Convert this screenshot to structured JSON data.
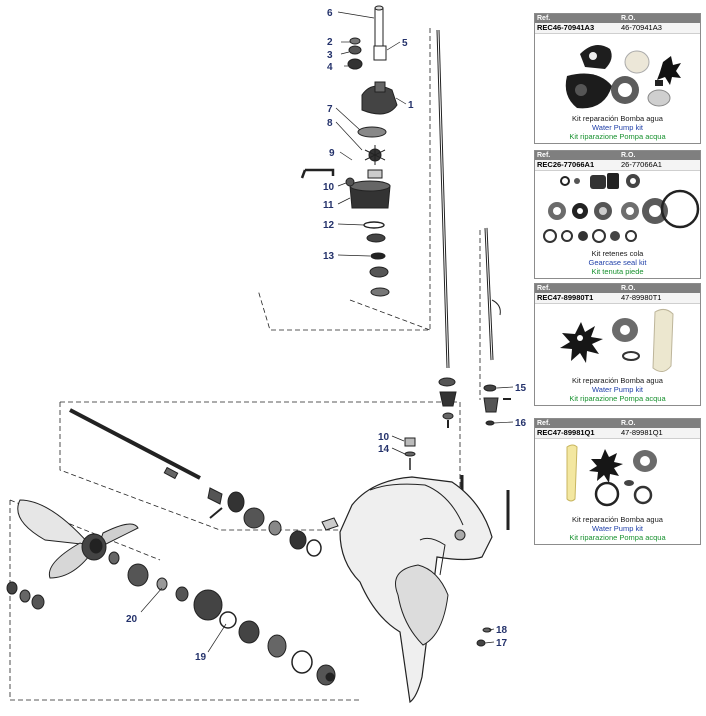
{
  "callouts": {
    "c1": "1",
    "c2": "2",
    "c3": "3",
    "c4": "4",
    "c5": "5",
    "c6": "6",
    "c7": "7",
    "c8": "8",
    "c9": "9",
    "c10a": "10",
    "c10b": "10",
    "c11": "11",
    "c12": "12",
    "c13": "13",
    "c14": "14",
    "c15": "15",
    "c16": "16",
    "c17": "17",
    "c18": "18",
    "c19": "19",
    "c20": "20"
  },
  "kits": [
    {
      "ref_header": "Ref.",
      "ro_header": "R.O.",
      "ref": "REC46-70941A3",
      "ro": "46-70941A3",
      "name_es": "Kit reparación Bomba agua",
      "name_en": "Water Pump kit",
      "name_it": "Kit riparazione Pompa acqua"
    },
    {
      "ref_header": "Ref.",
      "ro_header": "R.O.",
      "ref": "REC26-77066A1",
      "ro": "26-77066A1",
      "name_es": "Kit retenes cola",
      "name_en": "Gearcase seal kit",
      "name_it": "Kit tenuta piede"
    },
    {
      "ref_header": "Ref.",
      "ro_header": "R.O.",
      "ref": "REC47-89980T1",
      "ro": "47-89980T1",
      "name_es": "Kit reparación Bomba agua",
      "name_en": "Water Pump kit",
      "name_it": "Kit riparazione Pompa acqua"
    },
    {
      "ref_header": "Ref.",
      "ro_header": "R.O.",
      "ref": "REC47-89981Q1",
      "ro": "47-89981Q1",
      "name_es": "Kit reparación Bomba agua",
      "name_en": "Water Pump kit",
      "name_it": "Kit riparazione Pompa acqua"
    }
  ],
  "colors": {
    "callout": "#24326b",
    "kit_header": "#7f7f7f",
    "english": "#1f3fa8",
    "italian": "#18912f"
  }
}
